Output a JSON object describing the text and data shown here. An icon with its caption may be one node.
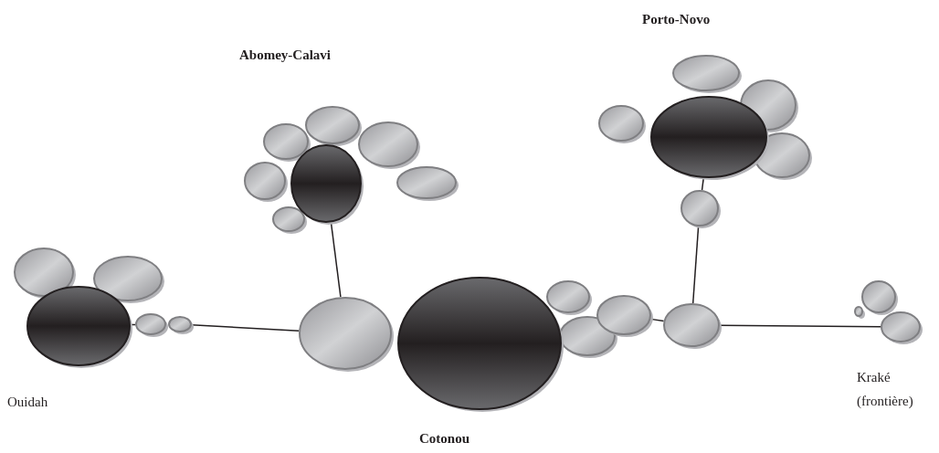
{
  "diagram": {
    "nodes": [
      {
        "text": [],
        "shape": "circle"
      },
      {
        "text": [],
        "shape": "circle"
      },
      {
        "text": [],
        "shape": "circle",
        "beside": [
          "Ouidah"
        ]
      },
      {
        "text": [],
        "shape": "circle"
      },
      {
        "text": [],
        "shape": "circle"
      },
      {
        "text": [],
        "shape": "circle"
      },
      {
        "text": [],
        "shape": "circle"
      },
      {
        "text": [],
        "shape": "circle"
      },
      {
        "text": [],
        "shape": "circle"
      },
      {
        "text": [],
        "shape": "circle"
      },
      {
        "text": [],
        "shape": "circle"
      },
      {
        "text": [],
        "shape": "circle"
      },
      {
        "text": [],
        "shape": "circle"
      },
      {
        "text": [],
        "shape": "circle",
        "beside": [
          "Cotonou"
        ]
      },
      {
        "text": [],
        "shape": "circle"
      },
      {
        "text": [],
        "shape": "circle"
      },
      {
        "text": [],
        "shape": "circle"
      },
      {
        "text": [],
        "shape": "circle"
      },
      {
        "text": [],
        "shape": "circle"
      },
      {
        "text": [],
        "shape": "circle"
      },
      {
        "text": [],
        "shape": "circle"
      },
      {
        "text": [],
        "shape": "circle"
      },
      {
        "text": [],
        "shape": "circle"
      },
      {
        "text": [],
        "shape": "circle"
      },
      {
        "text": [],
        "shape": "circle"
      },
      {
        "text": [],
        "shape": "circle"
      },
      {
        "text": [],
        "shape": "circle",
        "beside": [
          "Kraké (frontière)"
        ]
      }
    ],
    "edges": [
      {
        "from": 2,
        "to": 3,
        "arrow": "none"
      },
      {
        "from": 4,
        "to": 12,
        "arrow": "none"
      },
      {
        "from": 12,
        "to": 9,
        "arrow": "none"
      },
      {
        "from": 16,
        "to": 17,
        "arrow": "none"
      },
      {
        "from": 17,
        "to": 23,
        "arrow": "none"
      },
      {
        "from": 23,
        "to": 20,
        "arrow": "none"
      },
      {
        "from": 17,
        "to": 26,
        "arrow": "none"
      }
    ],
    "labels": [
      "Porto-Novo",
      "Abomey-Calavi"
    ]
  }
}
